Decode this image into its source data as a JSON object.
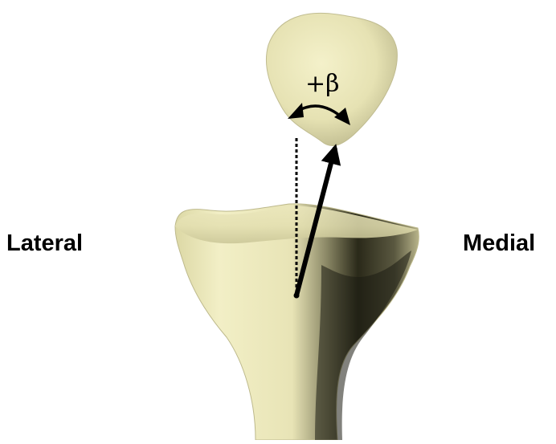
{
  "labels": {
    "lateral": "Lateral",
    "medial": "Medial",
    "angle": "+β"
  },
  "colors": {
    "bone_light": "#efecc2",
    "bone_mid": "#d3cf9b",
    "bone_shadow": "#1c1b12",
    "line": "#000000",
    "background": "#ffffff"
  }
}
